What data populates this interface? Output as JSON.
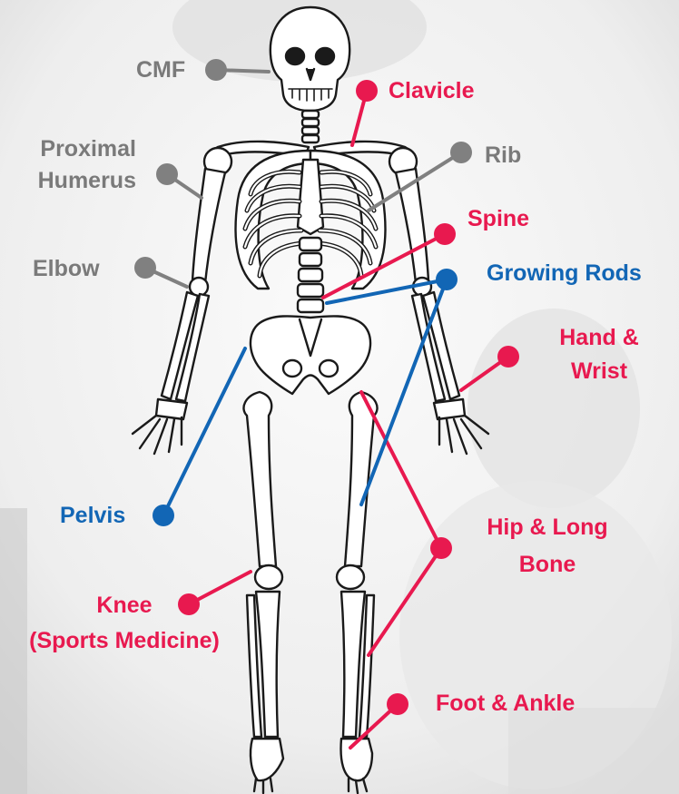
{
  "colors": {
    "gray": "#808080",
    "red": "#e8194f",
    "blue": "#1266b5",
    "bone_fill": "#ffffff",
    "bone_stroke": "#1a1a1a"
  },
  "labels": {
    "cmf": "CMF",
    "clavicle": "Clavicle",
    "proximal_humerus_line1": "Proximal",
    "proximal_humerus_line2": "Humerus",
    "rib": "Rib",
    "spine": "Spine",
    "elbow": "Elbow",
    "growing_rods": "Growing Rods",
    "hand_wrist_line1": "Hand &",
    "hand_wrist_line2": "Wrist",
    "pelvis": "Pelvis",
    "hip_long_bone_line1": "Hip & Long",
    "hip_long_bone_line2": "Bone",
    "knee_line1": "Knee",
    "knee_line2": "(Sports Medicine)",
    "foot_ankle": "Foot & Ankle"
  }
}
